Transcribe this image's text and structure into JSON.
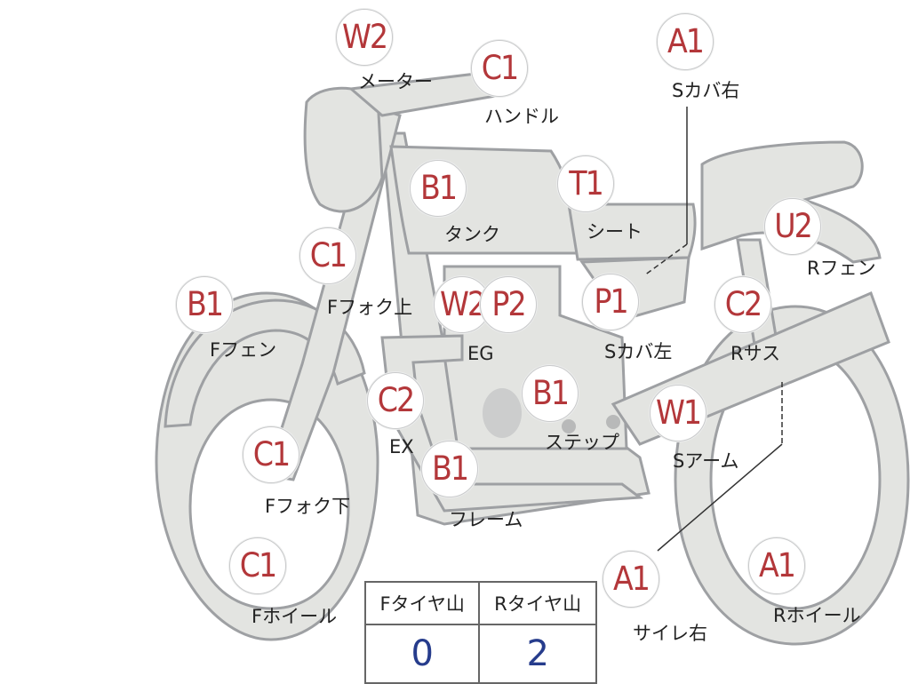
{
  "parts": [
    {
      "id": "meter",
      "grade": "W2",
      "label": "メーター"
    },
    {
      "id": "handle",
      "grade": "C1",
      "label": "ハンドル"
    },
    {
      "id": "cover-r",
      "grade": "A1",
      "label": "Sカバ右"
    },
    {
      "id": "tank",
      "grade": "B1",
      "label": "タンク"
    },
    {
      "id": "seat",
      "grade": "T1",
      "label": "シート"
    },
    {
      "id": "r-fender",
      "grade": "U2",
      "label": "Rフェン"
    },
    {
      "id": "f-fork-up",
      "grade": "C1",
      "label": "Fフォク上"
    },
    {
      "id": "f-fender",
      "grade": "B1",
      "label": "Fフェン"
    },
    {
      "id": "eg",
      "grade": "W2",
      "label": "EG"
    },
    {
      "id": "eg-p",
      "grade": "P2",
      "label": ""
    },
    {
      "id": "cover-l",
      "grade": "P1",
      "label": "Sカバ左"
    },
    {
      "id": "r-sus",
      "grade": "C2",
      "label": "Rサス"
    },
    {
      "id": "ex",
      "grade": "C2",
      "label": "EX"
    },
    {
      "id": "step",
      "grade": "B1",
      "label": "ステップ"
    },
    {
      "id": "s-arm",
      "grade": "W1",
      "label": "Sアーム"
    },
    {
      "id": "f-fork-down",
      "grade": "C1",
      "label": "Fフォク下"
    },
    {
      "id": "frame",
      "grade": "B1",
      "label": "フレーム"
    },
    {
      "id": "f-wheel",
      "grade": "C1",
      "label": "Fホイール"
    },
    {
      "id": "muffler-r",
      "grade": "A1",
      "label": "サイレ右"
    },
    {
      "id": "r-wheel",
      "grade": "A1",
      "label": "Rホイール"
    }
  ],
  "tire": {
    "front_label": "Fタイヤ山",
    "rear_label": "Rタイヤ山",
    "front_value": "0",
    "rear_value": "2"
  },
  "colors": {
    "grade_text": "#b3373a",
    "tire_value": "#263c8c",
    "bike_fill": "#e3e4e1",
    "bike_outline": "#9ea0a3"
  }
}
